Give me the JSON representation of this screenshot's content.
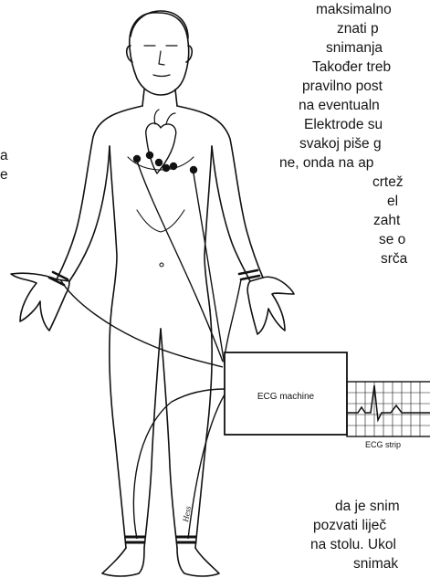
{
  "caption": {
    "label_machine": "ECG machine",
    "label_strip": "ECG strip",
    "signature": "Hess"
  },
  "text_top": [
    "maksimalno",
    "znati p",
    "snimanja",
    "Također treb",
    "pravilno post",
    "na eventualn",
    "Elektrode su",
    "svakoj piše g",
    "ne, onda na ap",
    "crtež",
    "el",
    "zaht",
    "se o",
    "srča"
  ],
  "text_left": [
    "a",
    "e"
  ],
  "text_bottom": [
    "da je snim",
    "pozvati liječ",
    "na stolu. Ukol",
    "snimak"
  ],
  "colors": {
    "ink": "#111111",
    "paper": "#ffffff"
  }
}
